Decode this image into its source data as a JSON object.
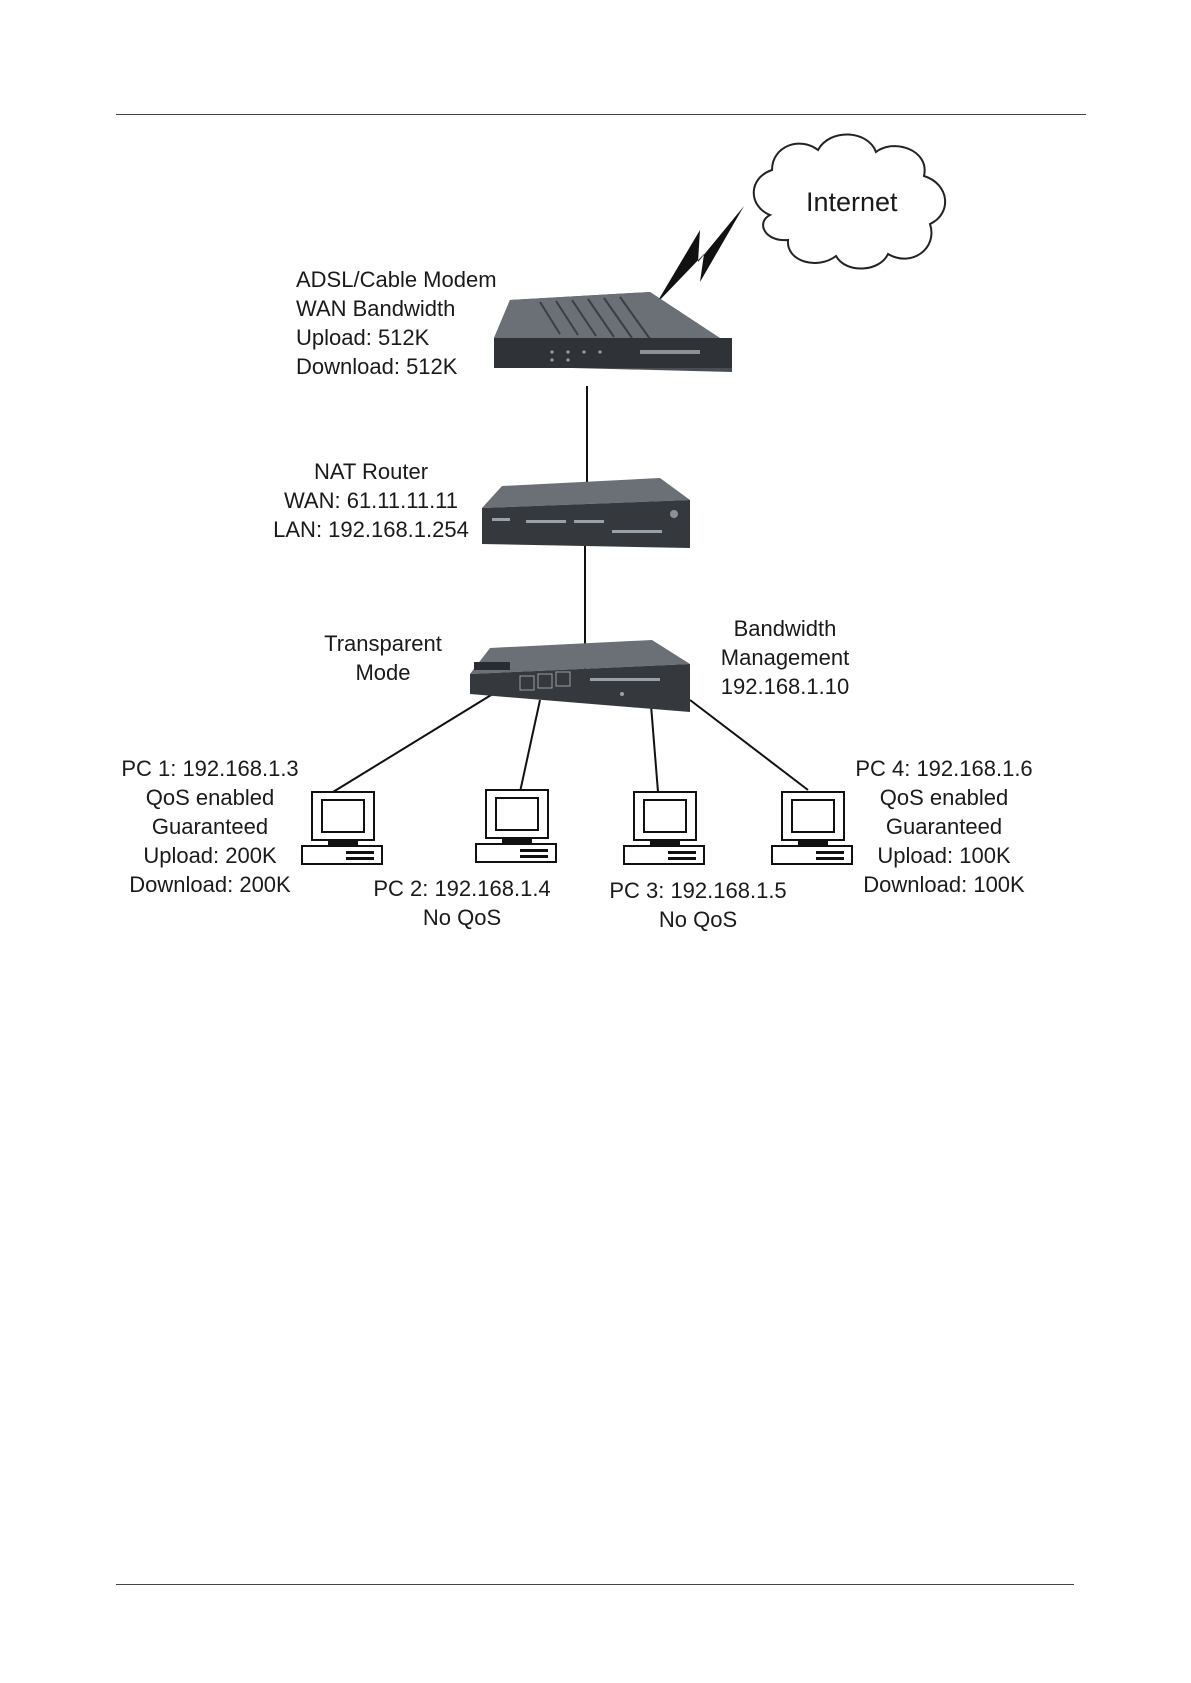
{
  "internet_label": "Internet",
  "modem": {
    "lines": [
      "ADSL/Cable Modem",
      "WAN Bandwidth",
      "Upload: 512K",
      "Download: 512K"
    ]
  },
  "router": {
    "lines": [
      "NAT Router",
      "WAN: 61.11.11.11",
      "LAN: 192.168.1.254"
    ]
  },
  "transparent_mode": {
    "lines": [
      "Transparent",
      "Mode"
    ]
  },
  "bandwidth_mgmt": {
    "lines": [
      "Bandwidth",
      "Management",
      "192.168.1.10"
    ]
  },
  "pcs": [
    {
      "lines": [
        "PC 1: 192.168.1.3",
        "QoS enabled",
        "Guaranteed",
        "Upload: 200K",
        "Download: 200K"
      ]
    },
    {
      "lines": [
        "PC 2: 192.168.1.4",
        "No QoS"
      ]
    },
    {
      "lines": [
        "PC 3: 192.168.1.5",
        "No QoS"
      ]
    },
    {
      "lines": [
        "PC 4: 192.168.1.6",
        "QoS enabled",
        "Guaranteed",
        "Upload: 100K",
        "Download: 100K"
      ]
    }
  ],
  "colors": {
    "device_dark": "#3a3d42",
    "device_top": "#5b5f66",
    "line": "#111111"
  }
}
